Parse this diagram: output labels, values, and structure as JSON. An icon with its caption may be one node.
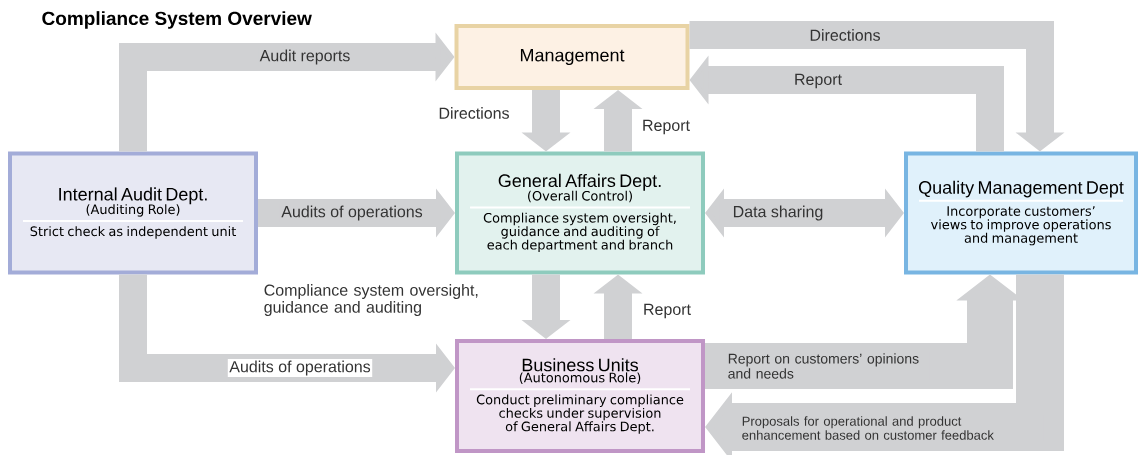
{
  "diagram": {
    "title": "Compliance System Overview",
    "nodes": [
      {
        "text": [
          "Management"
        ]
      },
      {
        "text": [
          "Internal Audit Dept.",
          "(Auditing Role)",
          "Strict check as independent unit"
        ]
      },
      {
        "text": [
          "General Affairs Dept.",
          "(Overall Control)",
          "Compliance system oversight, guidance and auditing of each department and branch"
        ]
      },
      {
        "text": [
          "Quality Management Dept",
          "Incorporate customers’ views to improve operations and management"
        ]
      },
      {
        "text": [
          "Business Units",
          "(Autonomous Role)",
          "Conduct preliminary compliance checks under supervision of General Affairs Dept."
        ]
      }
    ],
    "edges": [
      {
        "from": 1,
        "to": 0,
        "arrow": "to",
        "label": "Audit reports"
      },
      {
        "from": 1,
        "to": 2,
        "arrow": "to",
        "label": "Audits of operations"
      },
      {
        "from": 1,
        "to": 4,
        "arrow": "to",
        "label": "Audits of operations"
      },
      {
        "from": 0,
        "to": 2,
        "arrow": "to",
        "label": "Directions"
      },
      {
        "from": 2,
        "to": 0,
        "arrow": "to",
        "label": "Report"
      },
      {
        "from": 2,
        "to": 4,
        "arrow": "to",
        "label": "Compliance system oversight, guidance and auditing"
      },
      {
        "from": 4,
        "to": 2,
        "arrow": "to",
        "label": "Report"
      },
      {
        "from": 2,
        "to": 3,
        "arrow": "both",
        "label": "Data sharing"
      },
      {
        "from": 0,
        "to": 3,
        "arrow": "to",
        "label": "Directions"
      },
      {
        "from": 3,
        "to": 0,
        "arrow": "to",
        "label": "Report"
      },
      {
        "from": 4,
        "to": 3,
        "arrow": "to",
        "label": "Report on customers’ opinions and needs"
      },
      {
        "from": 3,
        "to": 4,
        "arrow": "to",
        "label": "Proposals for operational and product enhancement based on customer feedback"
      }
    ]
  }
}
